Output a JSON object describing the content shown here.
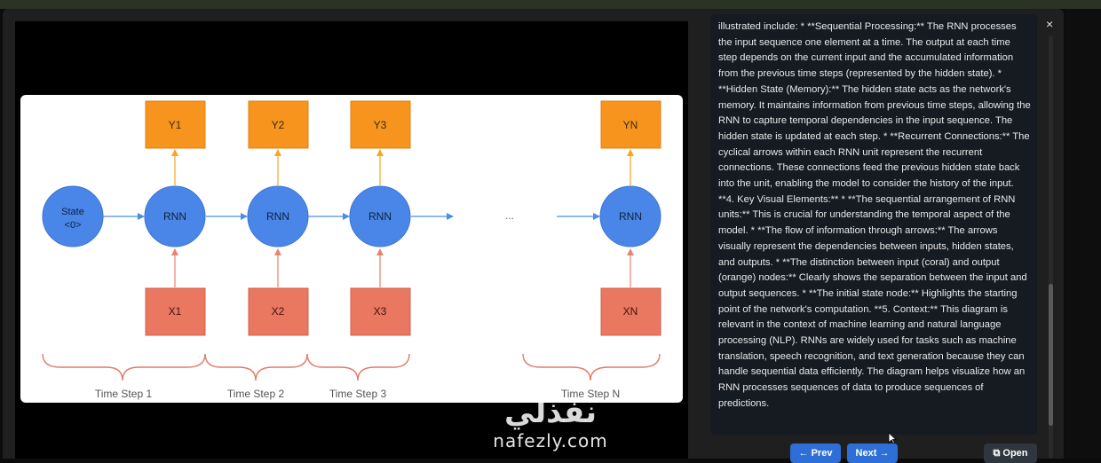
{
  "diagram": {
    "outputs": [
      "Y1",
      "Y2",
      "Y3",
      "YN"
    ],
    "rnn_label": "RNN",
    "state_line1": "State",
    "state_line2": "<0>",
    "inputs": [
      "X1",
      "X2",
      "X3",
      "XN"
    ],
    "ellipsis": "...",
    "time_steps": [
      "Time Step 1",
      "Time Step 2",
      "Time Step 3",
      "Time Step N"
    ]
  },
  "description": "illustrated include: * **Sequential Processing:** The RNN processes the input sequence one element at a time. The output at each time step depends on the current input and the accumulated information from the previous time steps (represented by the hidden state). * **Hidden State (Memory):** The hidden state acts as the network's memory. It maintains information from previous time steps, allowing the RNN to capture temporal dependencies in the input sequence. The hidden state is updated at each step. * **Recurrent Connections:** The cyclical arrows within each RNN unit represent the recurrent connections. These connections feed the previous hidden state back into the unit, enabling the model to consider the history of the input. **4. Key Visual Elements:** * **The sequential arrangement of RNN units:** This is crucial for understanding the temporal aspect of the model. * **The flow of information through arrows:** The arrows visually represent the dependencies between inputs, hidden states, and outputs. * **The distinction between input (coral) and output (orange) nodes:** Clearly shows the separation between the input and output sequences. * **The initial state node:** Highlights the starting point of the network's computation. **5. Context:** This diagram is relevant in the context of machine learning and natural language processing (NLP). RNNs are widely used for tasks such as machine translation, speech recognition, and text generation because they can handle sequential data efficiently. The diagram helps visualize how an RNN processes sequences of data to produce sequences of predictions.",
  "controls": {
    "close": "×",
    "prev": "← Prev",
    "next": "Next →",
    "open": "Open",
    "open_icon": "⧉"
  },
  "watermark": {
    "arabic": "نفذلي",
    "latin": "nafezly.com"
  }
}
